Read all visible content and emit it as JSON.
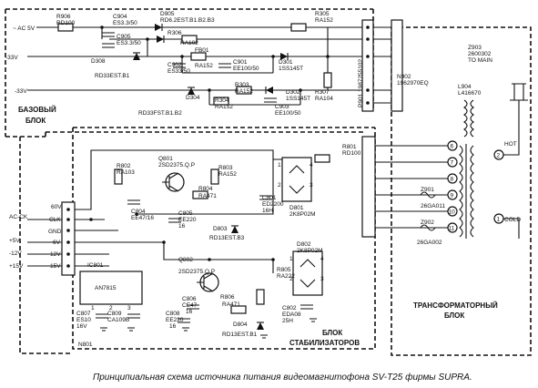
{
  "labels": {
    "supply_ac5v": "~ AC 5V",
    "supply_m33v_a": "-33V",
    "supply_m33v_b": "-33V",
    "r906_name": "R906",
    "r906_val": "RD100",
    "c904_name": "C904",
    "c904_val": "ES3.3/50",
    "c905_name": "C905",
    "c905_val": "ES3.3/50",
    "d905_name": "D905",
    "d905_val": "RD6.2EST.B1.B2.B3",
    "r305_name": "R305",
    "r305_val": "RA152",
    "r306_name": "R306",
    "r306_val": "RA102",
    "d308_name": "D308",
    "d308_val": "RD33EST.B1",
    "c902_name": "C902",
    "c902_val": "ES33/50",
    "fb01_name": "FB01",
    "fb01_val": "RA152",
    "c901_name": "C901",
    "c901_val": "EE100/50",
    "d301_name": "D301",
    "d301_val": "1SS145T",
    "d302_name": "D302",
    "d302_val": "1SS145T",
    "r303_name": "R303",
    "r303_val": "RA152",
    "r304_name": "R304",
    "r304_val": "RA152",
    "d304_name": "D304",
    "d304_val": "RD33FST.B1.B2",
    "c903_name": "C903",
    "c903_val": "EE100/50",
    "r307_name": "R307",
    "r307_val": "RA104",
    "p901_name": "P901 1987255102",
    "n902_name": "N902",
    "n902_val": "1962970EQ",
    "z903_name": "Z903",
    "z903_val": "2600302",
    "z903_to": "TO MAIN",
    "l904_name": "L904",
    "l904_val": "L416670",
    "base_block_1": "БАЗОВЫЙ",
    "base_block_2": "БЛОК",
    "r801_name": "R801",
    "r801_val": "RD100",
    "r802_name": "R802",
    "r802_val": "RA103",
    "q801_name": "Q801",
    "q801_val": "2SD2375.Q.P",
    "r803_name": "R803",
    "r803_val": "RA152",
    "r804_name": "R804",
    "r804_val": "RA471",
    "c804_name": "C804",
    "c804_val": "EE47/16",
    "c805_name": "C805",
    "c805_val": "EE220",
    "c805_v": "16",
    "c801_name": "C801",
    "c801_val": "ED2200",
    "c801_v": "16H",
    "d801_name": "D801",
    "d801_val": "2K8P02M",
    "d803_name": "D803",
    "d803_val": "RD13EST.B3",
    "d802_name": "D802",
    "d802_val": "2K8P02M",
    "z901_name": "Z901",
    "z901_val": "26GA011",
    "z902_name": "Z902",
    "z902_val": "26GA002",
    "hot": "HOT",
    "cold": "COLD",
    "pin_60v": "60V",
    "pin_clk": "CLK",
    "pin_gnd": "GND",
    "pin_6v": "6V",
    "pin_12v": "12V",
    "pin_15v": "15V",
    "ext_acck": "AC-CK",
    "ext_5v": "+5V",
    "ext_m12v": "-12V",
    "ext_15v": "+15V",
    "ic801_name": "IC801",
    "ic801_val": "AN7815",
    "q802_name": "Q802",
    "q802_val": "2SD2375.Q.P",
    "r805_name": "R805",
    "r805_val": "RA222",
    "r806_name": "R806",
    "r806_val": "RA471",
    "c806_name": "C806",
    "c806_val": "CE47",
    "c806_v": "16",
    "c808_name": "C808",
    "c808_val": "EE220",
    "c808_v": "16",
    "c807_name": "C807",
    "c807_val": "ES10",
    "c807_v": "16V",
    "c809_name": "C809",
    "c809_val": "CA109B",
    "c802_name": "C802",
    "c802_val": "EDA08",
    "c802_v": "25H",
    "d804_name": "D804",
    "d804_val": "RD13EST.B1",
    "n801_name": "N801",
    "stab_block_1": "БЛОК",
    "stab_block_2": "СТАБИЛИЗАТОРОВ",
    "trans_block_1": "ТРАНСФОРМАТОРНЫЙ",
    "trans_block_2": "БЛОК",
    "caption": "Принципиальная схема источника питания видеомагнитофона SV-T25 фирмы SUPRA."
  }
}
